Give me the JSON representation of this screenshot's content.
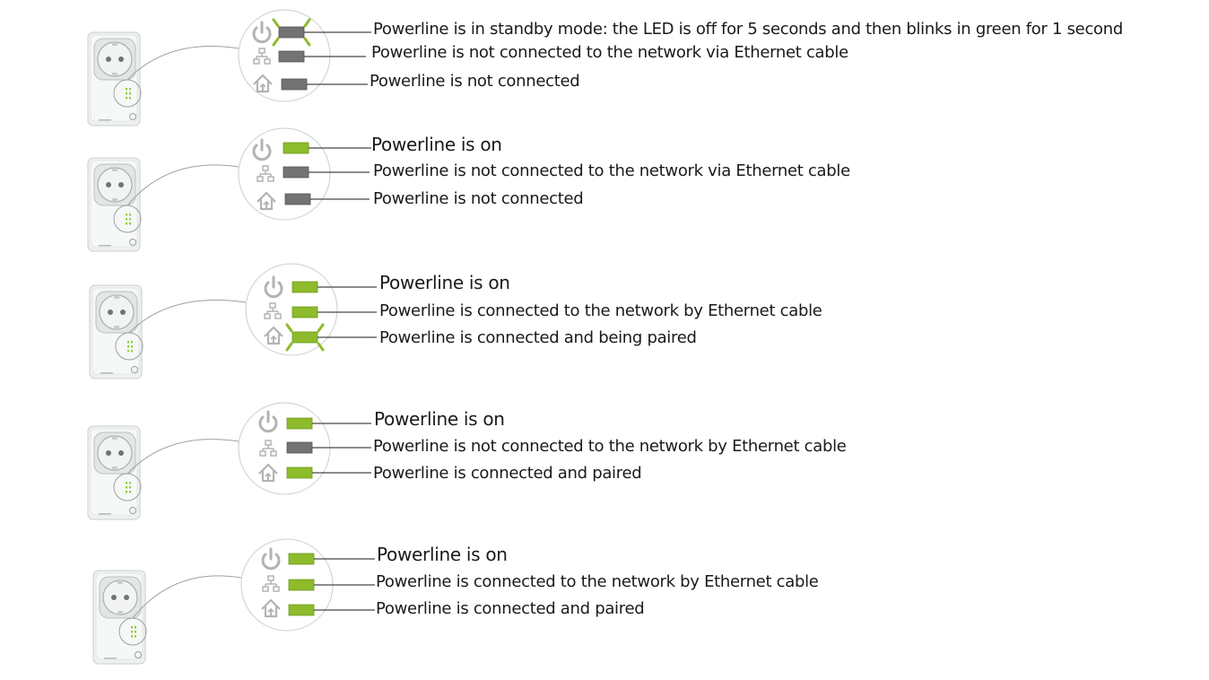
{
  "colors": {
    "led_on": "#8dbb2b",
    "led_off": "#737373",
    "blink_rays": "#8dbb2b",
    "icon": "#b3b3b3",
    "device_body": "#eef1f0",
    "outlet": "#e2e6e5",
    "indicator_dots": "#8dcf3a",
    "text": "#1a1a1a"
  },
  "led_icons": [
    "power-icon",
    "ethernet-icon",
    "home-icon"
  ],
  "rows": [
    {
      "leds": [
        {
          "icon": "power-icon",
          "state": "blinking-off",
          "label": "Powerline is in standby mode: the LED is off for 5 seconds and then blinks in green for 1 second"
        },
        {
          "icon": "ethernet-icon",
          "state": "off",
          "label": "Powerline is not connected to the network via Ethernet cable"
        },
        {
          "icon": "home-icon",
          "state": "off",
          "label": "Powerline is not connected"
        }
      ]
    },
    {
      "leds": [
        {
          "icon": "power-icon",
          "state": "on",
          "label": "Powerline is on"
        },
        {
          "icon": "ethernet-icon",
          "state": "off",
          "label": "Powerline is not connected to the network via Ethernet cable"
        },
        {
          "icon": "home-icon",
          "state": "off",
          "label": "Powerline is not connected"
        }
      ]
    },
    {
      "leds": [
        {
          "icon": "power-icon",
          "state": "on",
          "label": "Powerline is on"
        },
        {
          "icon": "ethernet-icon",
          "state": "on",
          "label": "Powerline is connected to the network by Ethernet cable"
        },
        {
          "icon": "home-icon",
          "state": "blinking-on",
          "label": "Powerline is connected and being paired"
        }
      ]
    },
    {
      "leds": [
        {
          "icon": "power-icon",
          "state": "on",
          "label": "Powerline is on"
        },
        {
          "icon": "ethernet-icon",
          "state": "off",
          "label": "Powerline is not connected to the network by Ethernet cable"
        },
        {
          "icon": "home-icon",
          "state": "on",
          "label": "Powerline is connected and paired"
        }
      ]
    },
    {
      "leds": [
        {
          "icon": "power-icon",
          "state": "on",
          "label": "Powerline is on"
        },
        {
          "icon": "ethernet-icon",
          "state": "on",
          "label": "Powerline is connected to the network by Ethernet cable"
        },
        {
          "icon": "home-icon",
          "state": "on",
          "label": "Powerline is connected and paired"
        }
      ]
    }
  ]
}
